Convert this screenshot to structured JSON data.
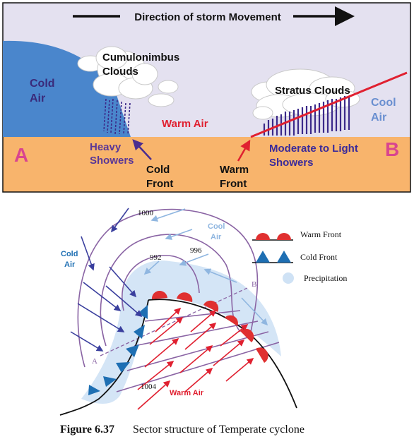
{
  "cross_section": {
    "direction_label": "Direction of storm Movement",
    "cumulonimbus_label_1": "Cumulonimbus",
    "cumulonimbus_label_2": "Clouds",
    "cold_air_1": "Cold",
    "cold_air_2": "Air",
    "warm_air": "Warm Air",
    "stratus_label": "Stratus Clouds",
    "cool_air_1": "Cool",
    "cool_air_2": "Air",
    "point_a": "A",
    "point_b": "B",
    "heavy_1": "Heavy",
    "heavy_2": "Showers",
    "cold_front_1": "Cold",
    "cold_front_2": "Front",
    "warm_front_1": "Warm",
    "warm_front_2": "Front",
    "moderate_1": "Moderate to Light",
    "moderate_2": "Showers"
  },
  "plan_view": {
    "isobar_1000": "1000",
    "isobar_992": "992",
    "isobar_996": "996",
    "isobar_1004": "1004",
    "cool_air_1": "Cool",
    "cool_air_2": "Air",
    "cold_air_1": "Cold",
    "cold_air_2": "Air",
    "warm_air": "Warm Air",
    "label_a": "A",
    "label_b": "B"
  },
  "legend": {
    "warm_front": "Warm Front",
    "cold_front": "Cold Front",
    "precipitation": "Precipitation"
  },
  "caption": {
    "figure_no": "Figure 6.37",
    "text": "Sector structure of Temperate cyclone"
  },
  "colors": {
    "sky": "#e4e1f0",
    "ground": "#f8b46c",
    "cold_air": "#4a86cc",
    "warm_red": "#e02030",
    "label_purple": "#5a3796",
    "point_pink": "#d9458f",
    "front_blue": "#1e6fb3",
    "isobar": "#8a64a4"
  }
}
